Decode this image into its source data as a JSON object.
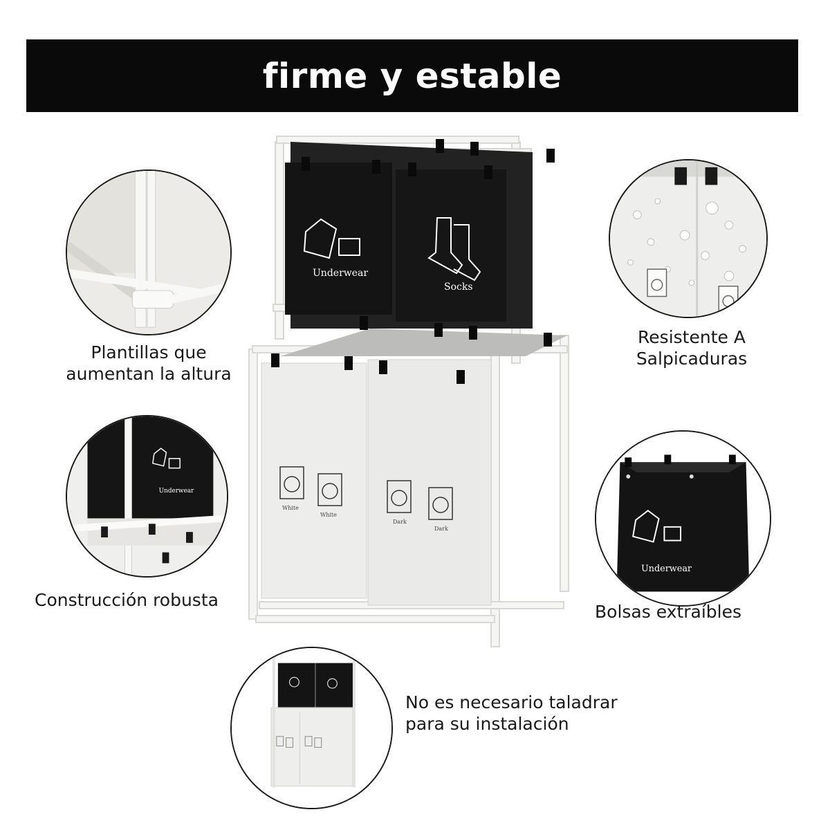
{
  "banner": {
    "title": "firme y estable"
  },
  "features": {
    "height": {
      "line1": "Plantillas que",
      "line2": "aumentan la altura"
    },
    "splash": {
      "line1": "Resistente A",
      "line2": "Salpicaduras"
    },
    "robust": {
      "line1": "Construcción robusta"
    },
    "removable": {
      "line1": "Bolsas extraíbles"
    },
    "nodrill": {
      "line1": "No es necesario taladrar",
      "line2": "para su instalación"
    }
  },
  "bags": {
    "top_left": "Underwear",
    "top_right": "Socks",
    "bottom_1": "White",
    "bottom_2": "White",
    "bottom_3": "Dark",
    "bottom_4": "Dark"
  },
  "colors": {
    "banner": "#0a0a0a",
    "bag_dark": "#141414",
    "bag_light": "#eeeeec",
    "frame": "#f2f2f0"
  },
  "icons": [
    "shirt-icon",
    "socks-icon",
    "washing-machine-icon"
  ]
}
